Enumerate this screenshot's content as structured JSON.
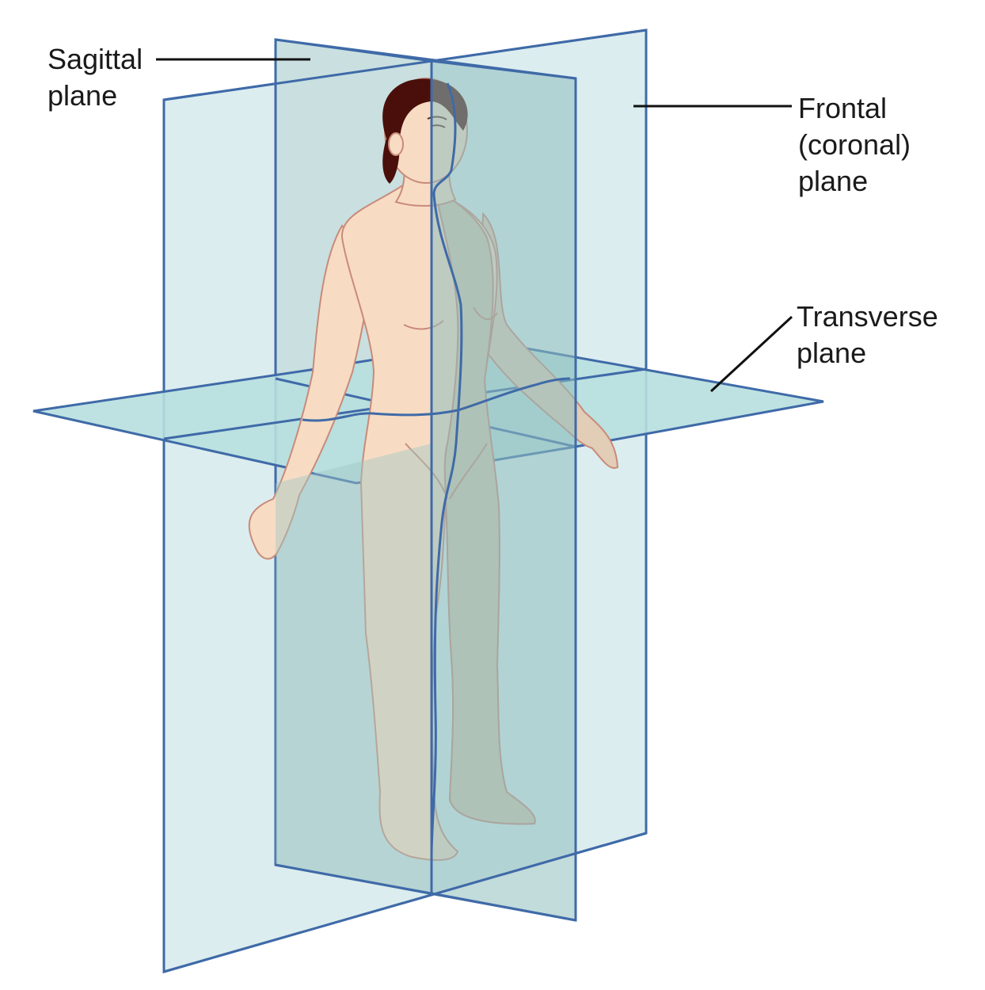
{
  "labels": {
    "sagittal": {
      "line1": "Sagittal",
      "line2": "plane"
    },
    "frontal": {
      "line1": "Frontal",
      "line2": "(coronal)",
      "line3": "plane"
    },
    "transverse": {
      "line1": "Transverse",
      "line2": "plane"
    }
  },
  "colors": {
    "plane_outline": "#3f6aa8",
    "frontal_plane_fill": "#dcedef",
    "sagittal_plane_front_fill": "#a4c9c8",
    "sagittal_plane_back_fill": "#c7dede",
    "transverse_plane_fill": "#b7dfdf",
    "skin": "#f7dcc3",
    "skin_outline": "#c98a7a",
    "hair": "#4a0f0a",
    "leader_line": "#111111"
  }
}
